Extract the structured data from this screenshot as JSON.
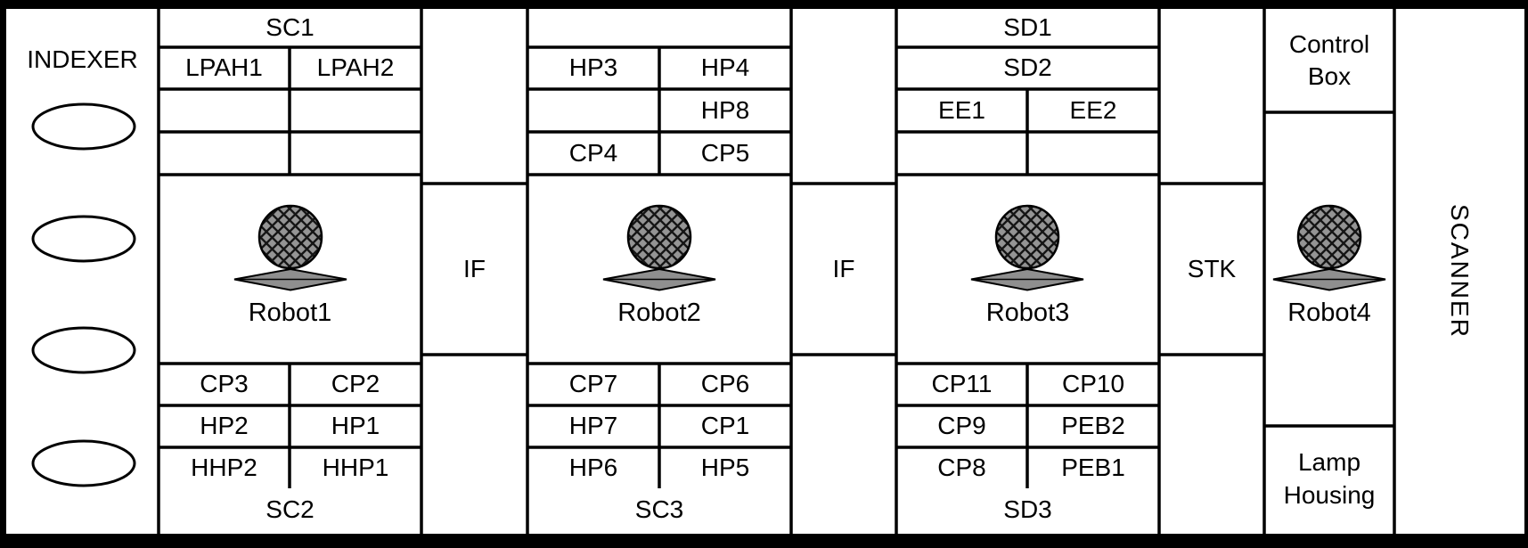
{
  "colors": {
    "line": "#000000",
    "background": "#ffffff",
    "frame": "#000000",
    "robot_fill": "#8f8f8f"
  },
  "indexer": {
    "label": "INDEXER",
    "cassette_count": 4
  },
  "module1": {
    "banner_top": "SC1",
    "row2_left": "LPAH1",
    "row2_right": "LPAH2",
    "row3_left": "",
    "row3_right": "",
    "row4_left": "",
    "row4_right": "",
    "robot_label": "Robot1",
    "row5_left": "CP3",
    "row5_right": "CP2",
    "row6_left": "HP2",
    "row6_right": "HP1",
    "row7_left": "HHP2",
    "row7_right": "HHP1",
    "banner_bottom": "SC2"
  },
  "if_left": {
    "label": "IF"
  },
  "module2": {
    "banner_top": "",
    "row2_left": "HP3",
    "row2_right": "HP4",
    "row3_left": "",
    "row3_right": "HP8",
    "row4_left": "CP4",
    "row4_right": "CP5",
    "robot_label": "Robot2",
    "row5_left": "CP7",
    "row5_right": "CP6",
    "row6_left": "HP7",
    "row6_right": "CP1",
    "row7_left": "HP6",
    "row7_right": "HP5",
    "banner_bottom": "SC3"
  },
  "if_right": {
    "label": "IF"
  },
  "module3": {
    "banner_top": "SD1",
    "banner_second": "SD2",
    "row3_left": "EE1",
    "row3_right": "EE2",
    "row4_left": "",
    "row4_right": "",
    "robot_label": "Robot3",
    "row5_left": "CP11",
    "row5_right": "CP10",
    "row6_left": "CP9",
    "row6_right": "PEB2",
    "row7_left": "CP8",
    "row7_right": "PEB1",
    "banner_bottom": "SD3"
  },
  "stocker": {
    "label": "STK"
  },
  "right_column": {
    "control_box": "Control\nBox",
    "robot_label": "Robot4",
    "lamp_housing": "Lamp\nHousing"
  },
  "scanner": {
    "label": "SCANNER"
  }
}
